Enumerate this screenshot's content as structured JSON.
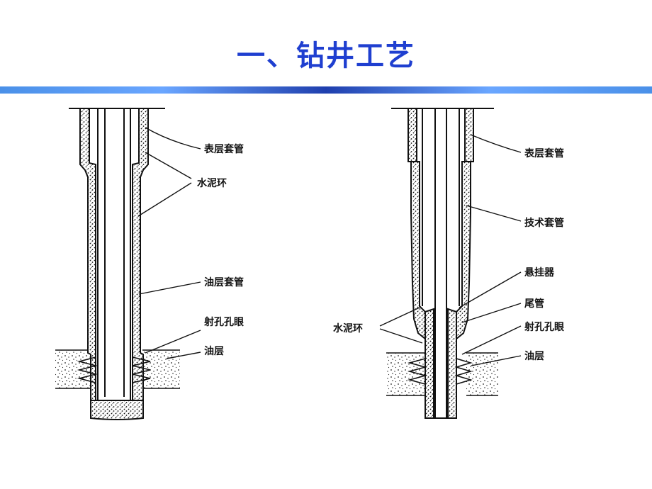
{
  "slide": {
    "title": "一、钻井工艺"
  },
  "diagram_left": {
    "labels": {
      "surface_casing": "表层套管",
      "cement_ring": "水泥环",
      "production_casing": "油层套管",
      "perforation": "射孔孔眼",
      "oil_layer": "油层"
    }
  },
  "diagram_right": {
    "labels": {
      "surface_casing": "表层套管",
      "technical_casing": "技术套管",
      "hanger": "悬挂器",
      "liner": "尾管",
      "cement_ring": "水泥环",
      "perforation": "射孔孔眼",
      "oil_layer": "油层"
    }
  }
}
